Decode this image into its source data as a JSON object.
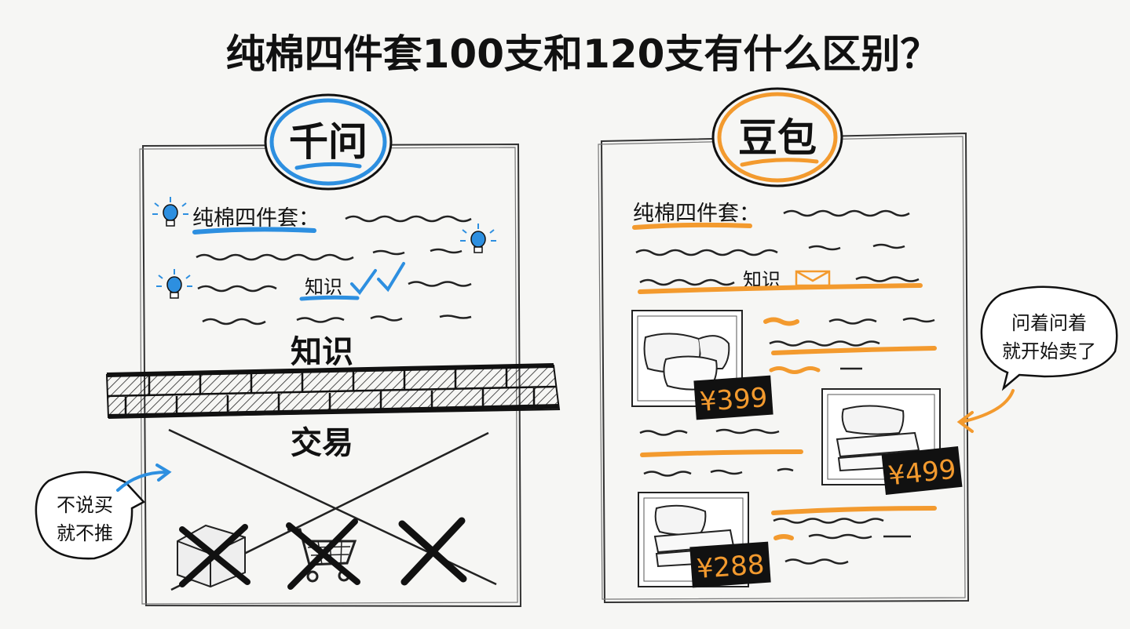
{
  "title": "纯棉四件套100支和120支有什么区别？",
  "left_panel": {
    "brand": "千问",
    "brand_color": "#2d8fe0",
    "line1_label": "纯棉四件套：",
    "knowledge_label": "知识",
    "wall_top_label": "知识",
    "wall_bottom_label": "交易",
    "speech_bubble": [
      "不说买",
      "就不推"
    ]
  },
  "right_panel": {
    "brand": "豆包",
    "brand_color": "#f39a2e",
    "line1_label": "纯棉四件套：",
    "knowledge_label": "知识",
    "prices": [
      "¥399",
      "¥499",
      "¥288"
    ],
    "speech_bubble": [
      "问着问着",
      "就开始卖了"
    ]
  },
  "icons": [
    "lightbulb-icon",
    "checkmark-icon",
    "box-icon",
    "cart-icon",
    "pillow-icon"
  ]
}
